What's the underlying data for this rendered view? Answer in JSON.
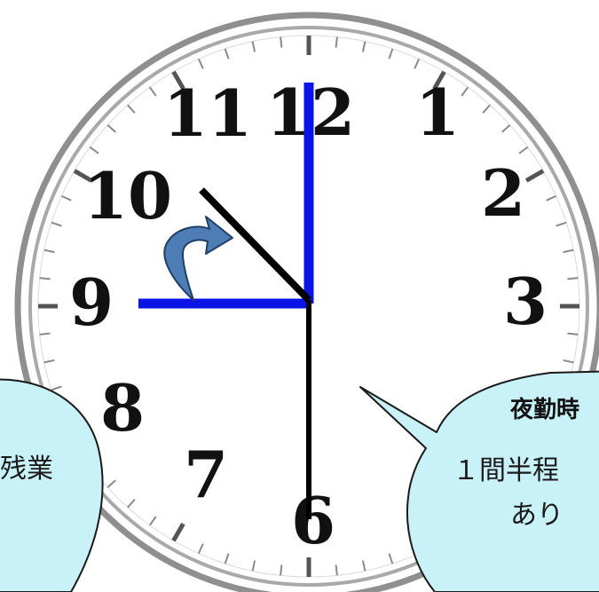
{
  "clock": {
    "numerals": {
      "n12": "12",
      "n1": "1",
      "n2": "2",
      "n3": "3",
      "n6": "6",
      "n7": "7",
      "n8": "8",
      "n9": "9",
      "n10": "10",
      "n11": "11"
    }
  },
  "left_bubble": {
    "text": "残業"
  },
  "right_bubble": {
    "title": "夜勤時",
    "line1": "１間半程",
    "line2": "あり"
  },
  "colors": {
    "blue_hand": "#0a14e6",
    "black_hand": "#000000",
    "bubble_fill": "#c9f1f8",
    "arrow_fill": "#4e7db5",
    "bezel": "#8f8f8f"
  }
}
